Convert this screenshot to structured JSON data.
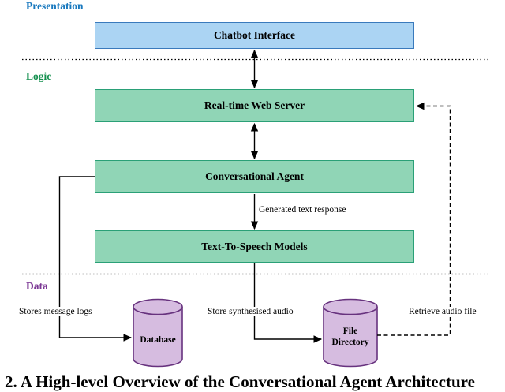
{
  "layers": {
    "presentation": {
      "label": "Presentation",
      "color": "#1878be"
    },
    "logic": {
      "label": "Logic",
      "color": "#15904f"
    },
    "data": {
      "label": "Data",
      "color": "#7b3794"
    }
  },
  "nodes": {
    "chatbot_interface": {
      "label": "Chatbot Interface",
      "fill": "#abd4f3",
      "border": "#3a7abc"
    },
    "web_server": {
      "label": "Real-time Web Server",
      "fill": "#90d5b6",
      "border": "#2aa077"
    },
    "conversational_agent": {
      "label": "Conversational Agent",
      "fill": "#90d5b6",
      "border": "#2aa077"
    },
    "tts_models": {
      "label": "Text-To-Speech Models",
      "fill": "#90d5b6",
      "border": "#2aa077"
    },
    "database": {
      "label": "Database",
      "fill": "#d6bce0",
      "border": "#67327e"
    },
    "file_directory": {
      "label": "File Directory",
      "fill": "#d6bce0",
      "border": "#67327e"
    }
  },
  "edges": {
    "generated_text_response": {
      "label": "Generated text response"
    },
    "stores_message_logs": {
      "label": "Stores message logs"
    },
    "store_synthesised_audio": {
      "label": "Store synthesised audio"
    },
    "retrieve_audio_file": {
      "label": "Retrieve audio file"
    }
  },
  "caption": "2. A High-level Overview of the Conversational Agent Architecture"
}
